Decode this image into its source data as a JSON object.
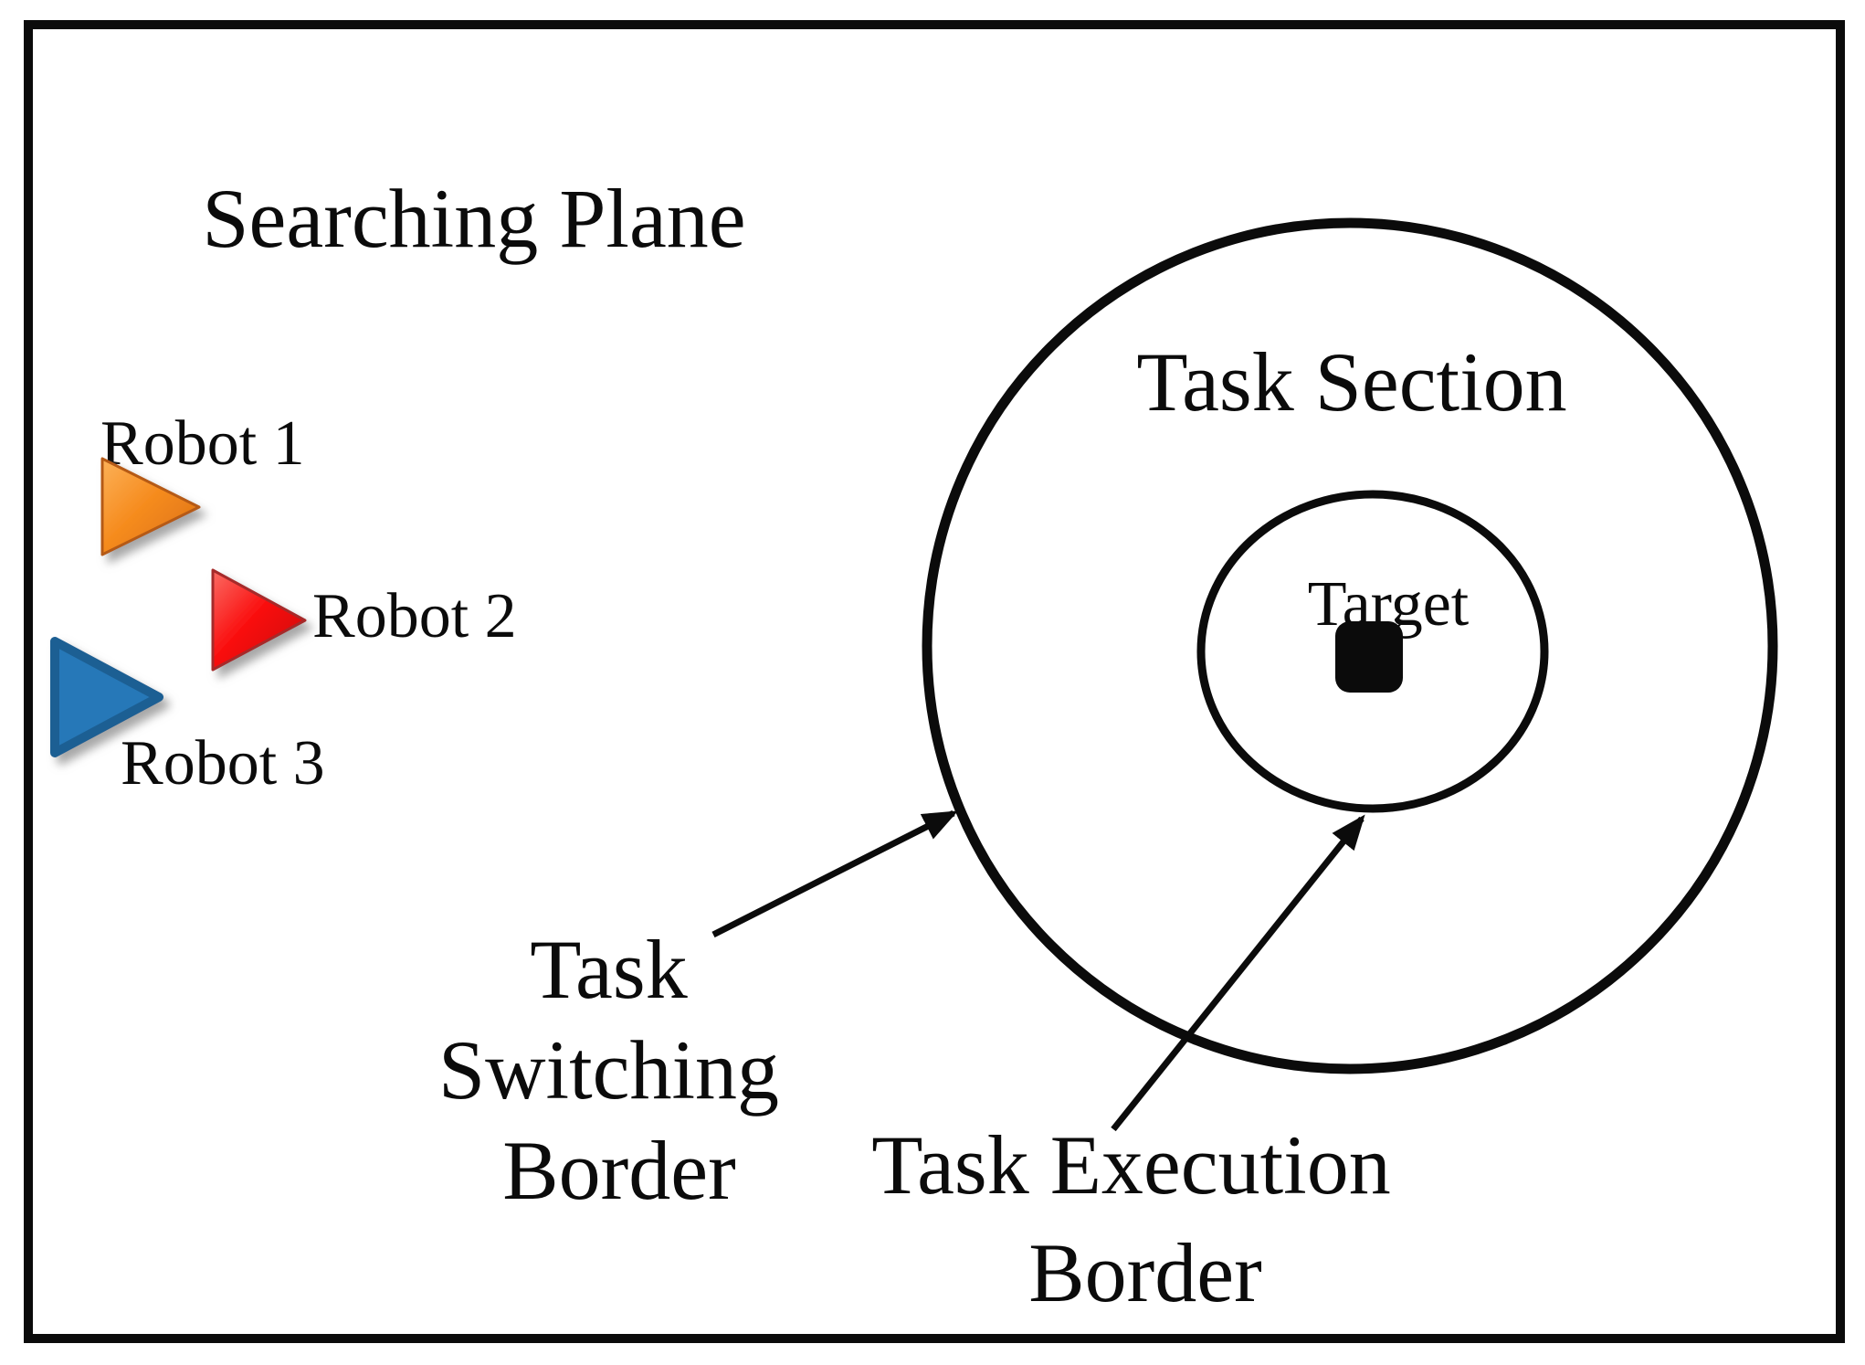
{
  "figure": {
    "plane_label": "Searching Plane",
    "task_section_label": "Task Section",
    "target_label": "Target",
    "robots": [
      {
        "label": "Robot 1",
        "color": "#F68C1F"
      },
      {
        "label": "Robot 2",
        "color": "#F81212"
      },
      {
        "label": "Robot 3",
        "color": "#2878B8"
      }
    ],
    "task_switching_border": {
      "lines": [
        "Task",
        "Switching",
        "Border"
      ]
    },
    "task_execution_border": {
      "lines": [
        "Task Execution",
        "Border"
      ]
    },
    "colors": {
      "ink": "#0b0b0b",
      "background": "#ffffff",
      "robot1_orange": "#F68C1F",
      "robot2_red": "#F81212",
      "robot3_blue": "#2878B8"
    }
  }
}
